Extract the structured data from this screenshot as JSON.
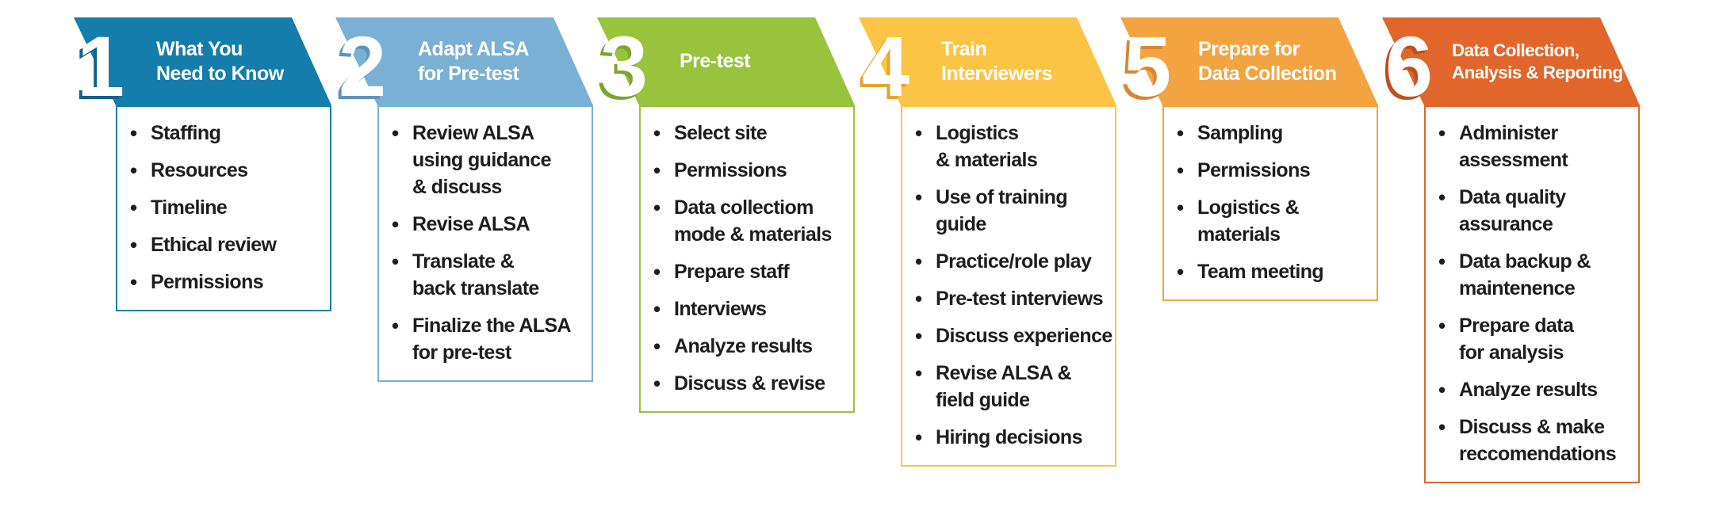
{
  "diagram": {
    "background_color": "#ffffff",
    "text_color": "#1d1d1d",
    "bullet": "•",
    "steps": [
      {
        "number": "1",
        "title": "What You\nNeed to Know",
        "accent": "#147DAC",
        "number_shadow": "#11618C",
        "items": [
          "Staffing",
          "Resources",
          "Timeline",
          "Ethical review",
          "Permissions"
        ]
      },
      {
        "number": "2",
        "title": "Adapt ALSA\nfor Pre-test",
        "accent": "#7BB0D6",
        "number_shadow": "#5D93BC",
        "items": [
          "Review ALSA\nusing guidance\n& discuss",
          "Revise ALSA",
          "Translate &\nback translate",
          "Finalize the ALSA\nfor pre-test"
        ]
      },
      {
        "number": "3",
        "title": "Pre-test",
        "accent": "#99C23D",
        "number_shadow": "#7DA42F",
        "items": [
          "Select site",
          "Permissions",
          "Data collectiom\nmode & materials",
          "Prepare staff",
          "Interviews",
          "Analyze results",
          "Discuss & revise"
        ]
      },
      {
        "number": "4",
        "title": "Train\nInterviewers",
        "accent": "#FCC444",
        "number_shadow": "#E3A52E",
        "items": [
          "Logistics\n& materials",
          "Use of training\nguide",
          "Practice/role play",
          "Pre-test interviews",
          "Discuss experience",
          "Revise ALSA &\nfield guide",
          "Hiring decisions"
        ]
      },
      {
        "number": "5",
        "title": "Prepare for\nData Collection",
        "accent": "#F4A341",
        "number_shadow": "#D98630",
        "items": [
          "Sampling",
          "Permissions",
          "Logistics &\nmaterials",
          "Team meeting"
        ]
      },
      {
        "number": "6",
        "title": "Data Collection,\nAnalysis & Reporting",
        "accent": "#E0662B",
        "number_shadow": "#BF4F1F",
        "items": [
          "Administer\nassessment",
          "Data quality\nassurance",
          "Data backup &\nmaintenence",
          "Prepare data\nfor analysis",
          "Analyze results",
          "Discuss & make\nreccomendations"
        ]
      }
    ]
  }
}
